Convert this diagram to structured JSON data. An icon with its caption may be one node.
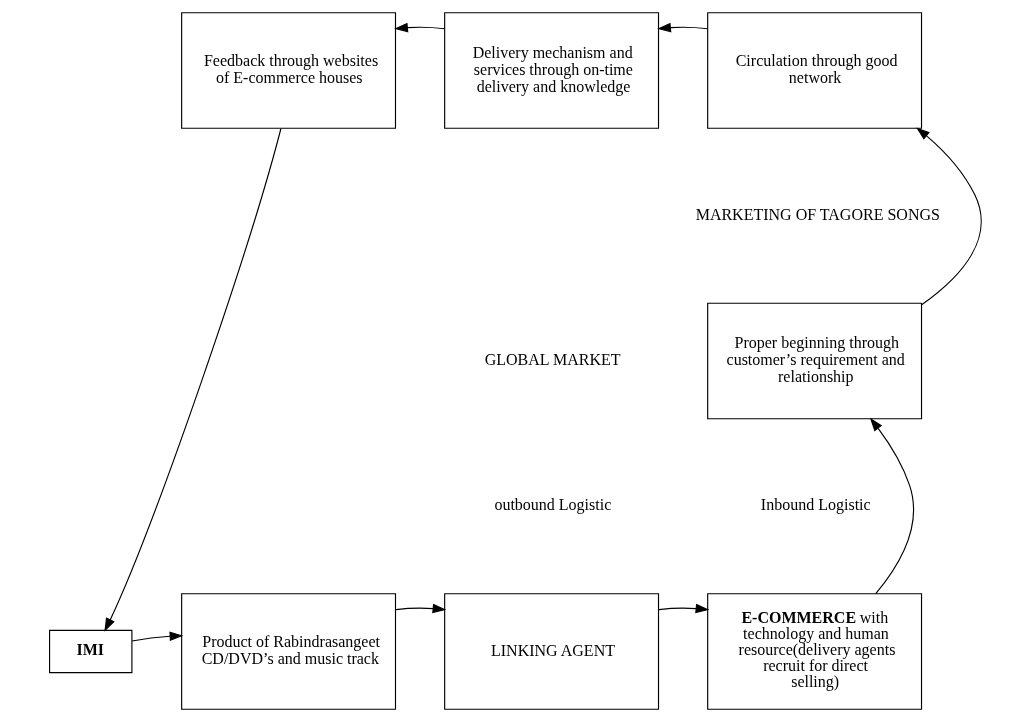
{
  "diagram": {
    "nodes": [
      {
        "text": [
          "Feedback through websites of E-commerce houses"
        ]
      },
      {
        "text": [
          "Delivery mechanism and services through on-time delivery and knowledge"
        ]
      },
      {
        "text": [
          "Circulation through good network"
        ]
      },
      {
        "text": [
          "Proper beginning through customer’s requirement and relationship"
        ]
      },
      {
        "text": [
          "IMI"
        ]
      },
      {
        "text": [
          "Product of Rabindrasangeet CD/DVD’s and music track"
        ]
      },
      {
        "text": [
          "LINKING AGENT"
        ]
      },
      {
        "text": [
          "**E-COMMERCE** with technology and human resource(delivery agents recruit for direct selling)"
        ]
      }
    ],
    "edges": [
      {
        "from": 1,
        "to": 0,
        "arrow": "to"
      },
      {
        "from": 2,
        "to": 1,
        "arrow": "to"
      },
      {
        "from": 3,
        "to": 2,
        "arrow": "to"
      },
      {
        "from": 0,
        "to": 4,
        "arrow": "to"
      },
      {
        "from": 4,
        "to": 5,
        "arrow": "to"
      },
      {
        "from": 5,
        "to": 6,
        "arrow": "to"
      },
      {
        "from": 6,
        "to": 7,
        "arrow": "to"
      },
      {
        "from": 7,
        "to": 3,
        "arrow": "to"
      }
    ],
    "labels": [
      "MARKETING OF TAGORE SONGS",
      "GLOBAL MARKET",
      "outbound Logistic",
      "Inbound Logistic"
    ]
  }
}
